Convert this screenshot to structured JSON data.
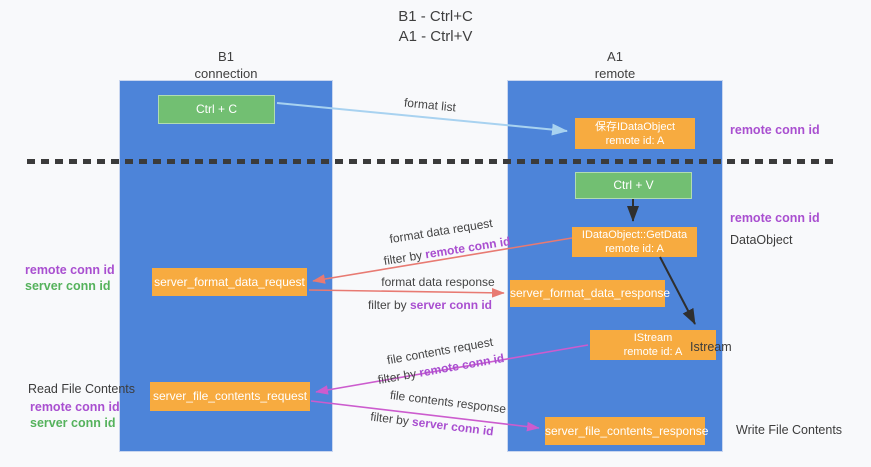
{
  "title": {
    "line1": "B1 - Ctrl+C",
    "line2": "A1 - Ctrl+V"
  },
  "columns": {
    "left": {
      "name": "B1",
      "sub": "connection"
    },
    "right": {
      "name": "A1",
      "sub": "remote"
    }
  },
  "boxes": {
    "ctrl_c": "Ctrl + C",
    "save_idataobject": {
      "line1": "保存IDataObject",
      "line2": "remote id: A"
    },
    "ctrl_v": "Ctrl + V",
    "getdata": {
      "line1": "IDataObject::GetData",
      "line2": "remote id: A"
    },
    "server_format_data_request": "server_format_data_request",
    "server_format_data_response": "server_format_data_response",
    "istream": {
      "line1": "IStream",
      "line2": "remote id: A"
    },
    "server_file_contents_request": "server_file_contents_request",
    "server_file_contents_response": "server_file_contents_response"
  },
  "arrow_labels": {
    "format_list": "format list",
    "format_data_request": "format data request",
    "format_data_response": "format data response",
    "file_contents_request": "file contents request",
    "file_contents_response": "file contents response",
    "filter_by": "filter by ",
    "remote_conn_id": "remote conn id",
    "server_conn_id": "server conn id"
  },
  "side_labels": {
    "remote_conn_id": "remote conn id",
    "server_conn_id": "server conn id",
    "dataobject": "DataObject",
    "istream": "Istream",
    "read_file_contents": "Read File Contents",
    "write_file_contents": "Write File Contents"
  },
  "colors": {
    "column_blue": "#4d84d9",
    "box_orange": "#f7ab40",
    "box_green": "#72bf72",
    "arrow_blue": "#a8d2f0",
    "arrow_black": "#2f2f2f",
    "arrow_salmon": "#e87a72",
    "arrow_magenta": "#cc5cce",
    "label_purple": "#a94fd0",
    "label_green": "#55b25c",
    "text_dark": "#3c3c3c",
    "background": "#f8f9fb"
  }
}
